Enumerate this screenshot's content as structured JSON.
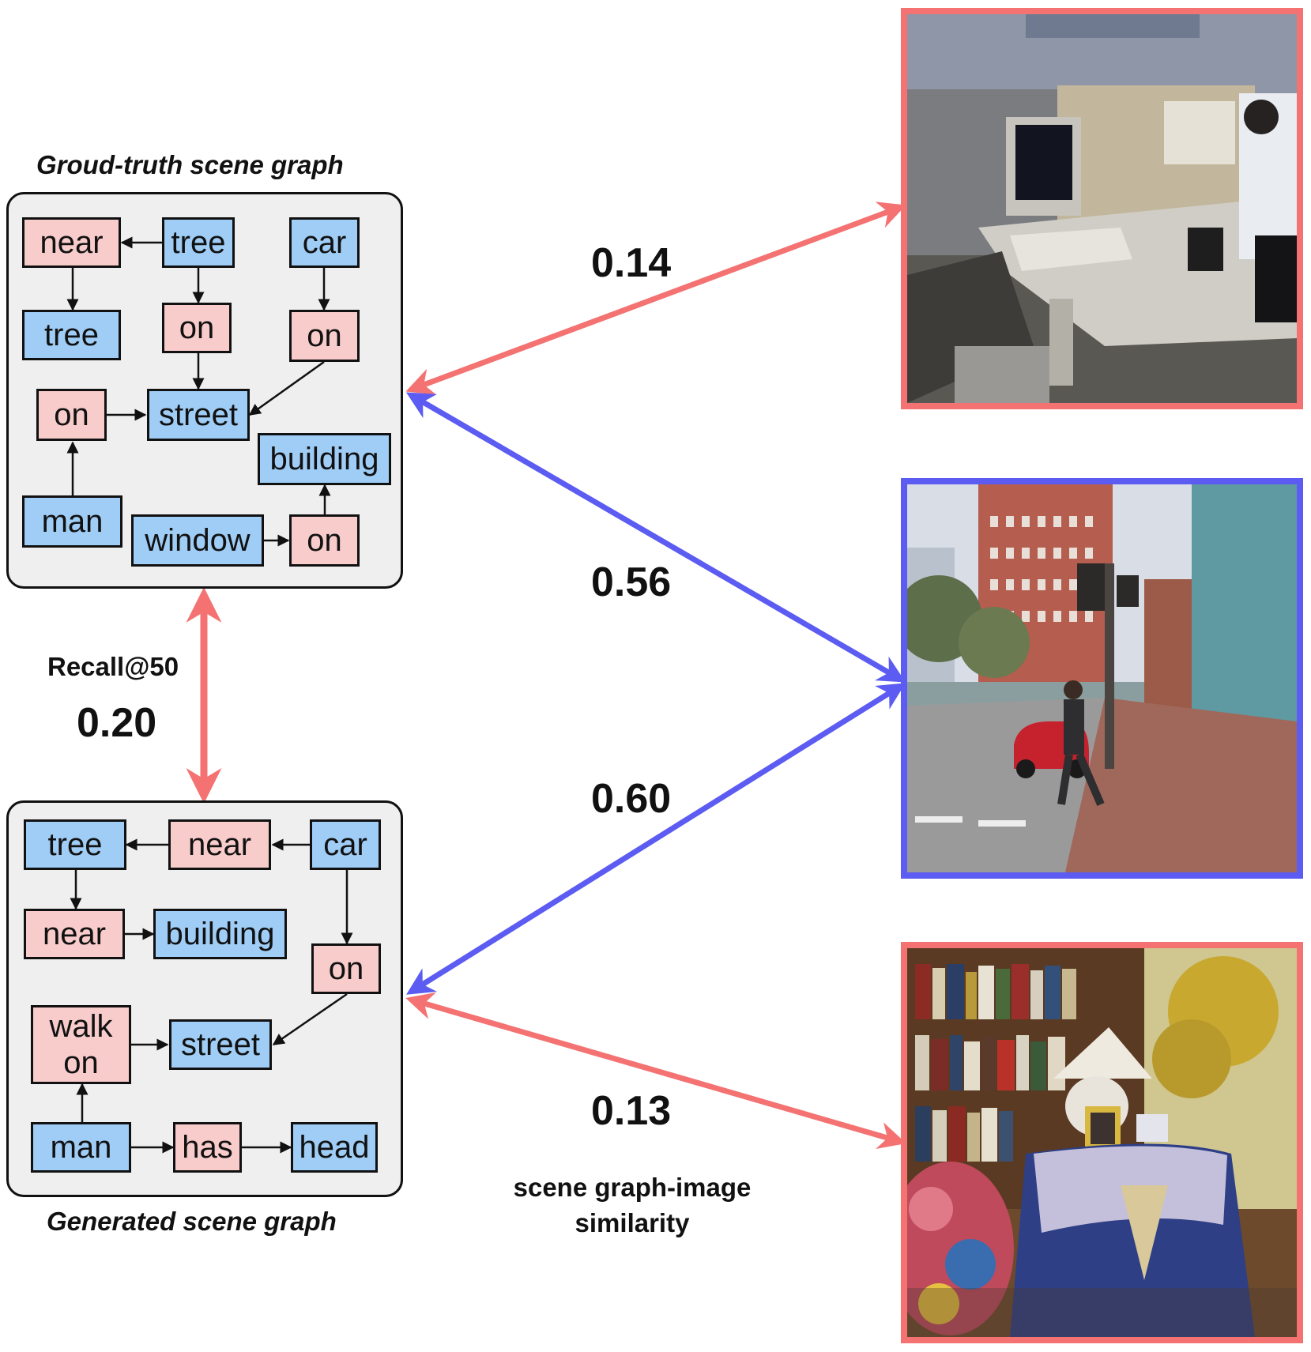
{
  "gt_graph": {
    "title": "Groud-truth scene graph",
    "nodes": {
      "near": "near",
      "tree1": "tree",
      "car": "car",
      "tree2": "tree",
      "on1": "on",
      "on2": "on",
      "on3": "on",
      "street": "street",
      "building": "building",
      "man": "man",
      "window": "window",
      "on4": "on"
    }
  },
  "gen_graph": {
    "title": "Generated scene graph",
    "nodes": {
      "tree": "tree",
      "near1": "near",
      "car": "car",
      "near2": "near",
      "building": "building",
      "on": "on",
      "walk_on": "walk on",
      "street": "street",
      "man": "man",
      "has": "has",
      "head": "head"
    }
  },
  "recall": {
    "label": "Recall@50",
    "value": "0.20"
  },
  "similarity": {
    "label": "scene graph-image similarity",
    "scores": [
      "0.14",
      "0.56",
      "0.60",
      "0.13"
    ]
  },
  "images": [
    {
      "name": "office-cubicle",
      "highlight": "#f47272"
    },
    {
      "name": "street-scene",
      "highlight": "#5c5cf2"
    },
    {
      "name": "living-room",
      "highlight": "#f47272"
    }
  ],
  "colors": {
    "object": "#9fcdf6",
    "relation": "#f9cccc",
    "red_arrow": "#f47272",
    "blue_arrow": "#5c5cf2"
  }
}
